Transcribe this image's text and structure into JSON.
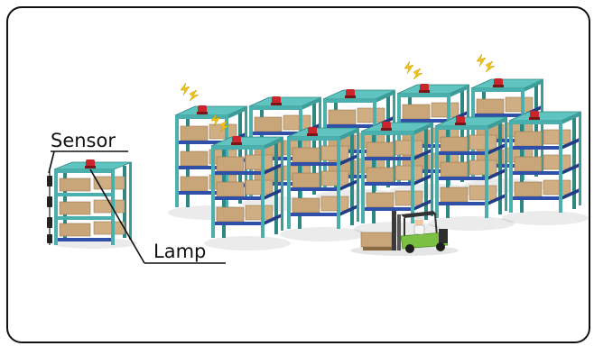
{
  "labels": {
    "sensor": "Sensor",
    "lamp": "Lamp"
  },
  "colors": {
    "shelf_frame": "#4bb0ad",
    "shelf_frame_dark": "#2f8784",
    "shelf_board": "#5fc3bf",
    "shelf_blue": "#2f4fa8",
    "box": "#c9a67a",
    "box_dark": "#a9855a",
    "lamp_red": "#c8262b",
    "alert_yellow": "#f2c313",
    "forklift_body": "#3a3a3a",
    "forklift_green": "#7bc043"
  },
  "scene": {
    "shelves": [
      {
        "id": "r1",
        "alert": true
      },
      {
        "id": "r2",
        "alert": true
      },
      {
        "id": "r3",
        "alert": false
      },
      {
        "id": "r4",
        "alert": false
      },
      {
        "id": "r5",
        "alert": false
      },
      {
        "id": "r6",
        "alert": false
      },
      {
        "id": "r7",
        "alert": true
      },
      {
        "id": "r8",
        "alert": false
      },
      {
        "id": "r9",
        "alert": true
      },
      {
        "id": "r10",
        "alert": false
      }
    ]
  }
}
